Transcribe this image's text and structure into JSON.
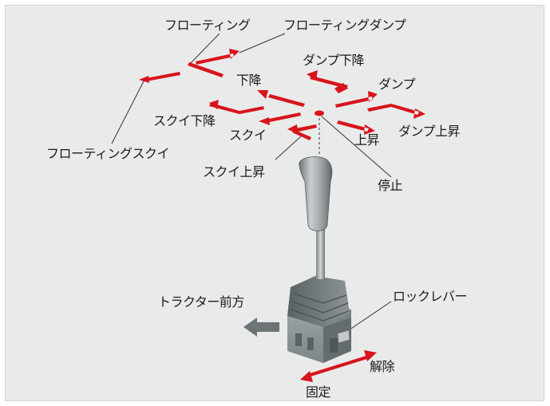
{
  "labels": {
    "floating": "フローティング",
    "floating_dump": "フローティングダンプ",
    "dump_lower": "ダンプ下降",
    "lower": "下降",
    "dump": "ダンプ",
    "squeeze_lower": "スクイ下降",
    "squeeze": "スクイ",
    "raise": "上昇",
    "dump_raise": "ダンプ上昇",
    "floating_squeeze": "フローティングスクイ",
    "squeeze_raise": "スクイ上昇",
    "stop": "停止",
    "tractor_forward": "トラクター前方",
    "lock_lever": "ロックレバー",
    "release": "解除",
    "fixed": "固定"
  },
  "colors": {
    "arrow": "#d8141c",
    "background": "#e9ebeb",
    "lever_body": "#8a9193",
    "forward_arrow": "#6d7476"
  },
  "icons": {
    "direction_arrows": "red-arrow",
    "forward_indicator": "gray-arrow"
  }
}
